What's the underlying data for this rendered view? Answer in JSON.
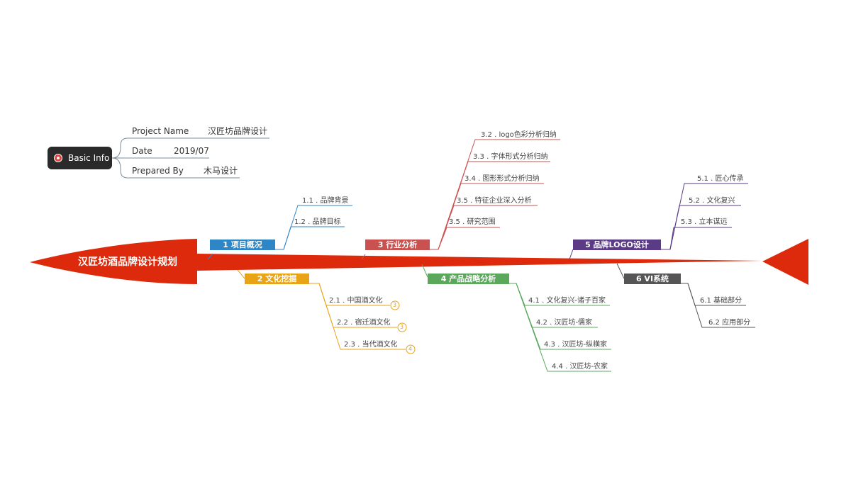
{
  "title": "汉匠坊酒品牌设计规划",
  "basic_info": {
    "label": "Basic Info",
    "rows": [
      {
        "key": "Project Name",
        "value": "汉匠坊品牌设计"
      },
      {
        "key": "Date",
        "value": "2019/07"
      },
      {
        "key": "Prepared By",
        "value": "木马设计"
      }
    ]
  },
  "branches": [
    {
      "label": "1  项目概况",
      "color": "#2f86c6",
      "items": [
        "1.1 .  品牌背景",
        "1.2 .  品牌目标"
      ]
    },
    {
      "label": "2  文化挖掘",
      "color": "#e8a317",
      "items": [
        "2.1 .  中国酒文化",
        "2.2 .  宿迁酒文化",
        "2.3 .  当代酒文化"
      ],
      "badges": [
        "3",
        "3",
        "4"
      ]
    },
    {
      "label": "3  行业分析",
      "color": "#c9514f",
      "items": [
        "3.2 .  logo色彩分析归纳",
        "3.3 .  字体形式分析归纳",
        "3.4 .  图形形式分析归纳",
        "3.5 .  特征企业深入分析",
        "3.5 .  研究范围"
      ]
    },
    {
      "label": "4  产品战略分析",
      "color": "#5ba85c",
      "items": [
        "4.1 .  文化复兴-诸子百家",
        "4.2 .  汉匠坊-儒家",
        "4.3 .  汉匠坊-纵横家",
        "4.4 .  汉匠坊-农家"
      ]
    },
    {
      "label": "5  品牌LOGO设计",
      "color": "#5b3a86",
      "items": [
        "5.1 .  匠心传承",
        "5.2 .  文化复兴",
        "5.3 .  立本谋远"
      ]
    },
    {
      "label": "6  VI系统",
      "color": "#555555",
      "items": [
        "6.1  基础部分",
        "6.2  应用部分"
      ]
    }
  ]
}
